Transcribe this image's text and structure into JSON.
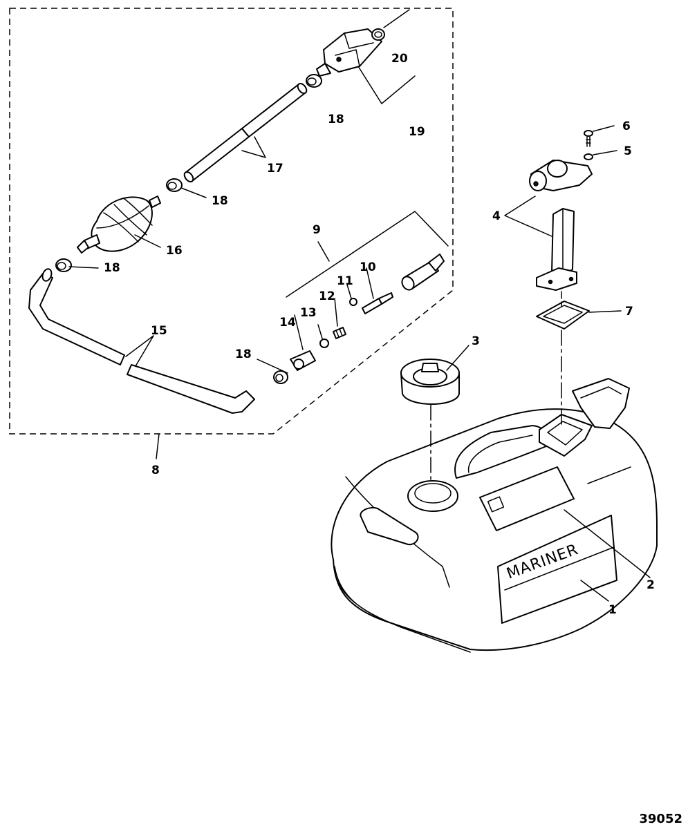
{
  "figure_number": "39052",
  "brand_label": "MARINER",
  "callouts": {
    "tank": "1",
    "decal": "2",
    "filler_cap": "3",
    "fuel_gauge_pickup": "4",
    "washer": "5",
    "screw": "6",
    "gasket": "7",
    "fuel_line_assembly": "8",
    "tank_connector_assembly": "9",
    "connector_valve": "10",
    "o_ring": "11",
    "spring": "12",
    "ball": "13",
    "fitting": "14",
    "hose_tank_side": "15",
    "primer_bulb": "16",
    "hose_engine_side": "17",
    "clamp_top": "18",
    "clamp_upper_mid": "18",
    "clamp_lower_left": "18",
    "clamp_bottom": "18",
    "engine_connector": "19",
    "connector_o_ring": "20"
  }
}
